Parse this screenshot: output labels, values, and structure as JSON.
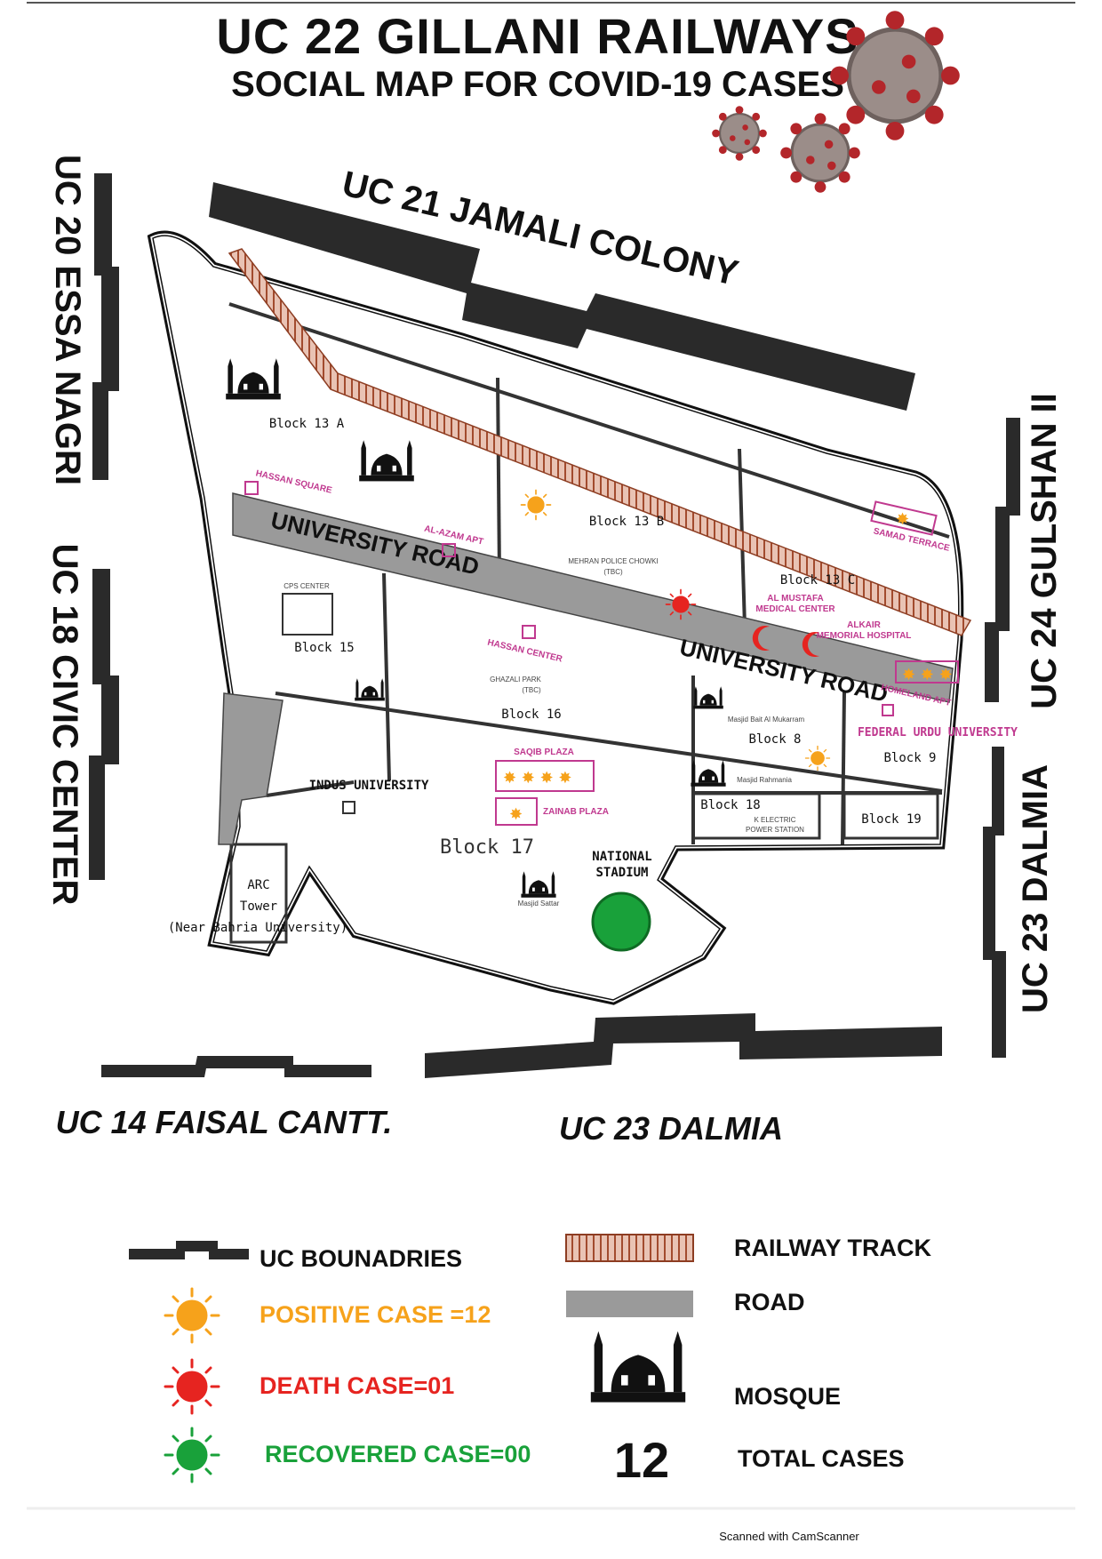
{
  "title": "UC 22 GILLANI RAILWAYS",
  "subtitle": "SOCIAL MAP FOR COVID-19 CASES",
  "neighbors": {
    "north": "UC 21 JAMALI COLONY",
    "west_top": "UC 20 ESSA NAGRI",
    "west_bottom": "UC 18 CIVIC CENTER",
    "east_top": "UC 24 GULSHAN II",
    "east_bottom": "UC 23 DALMIA",
    "south_left": "UC 14 FAISAL CANTT.",
    "south_right": "UC 23 DALMIA"
  },
  "roads": {
    "university_road_1": "UNIVERSITY ROAD",
    "university_road_2": "UNIVERSITY ROAD"
  },
  "blocks": {
    "b13a": "Block 13 A",
    "b13b": "Block 13 B",
    "b13c": "Block 13 C",
    "b15": "Block 15",
    "b16": "Block 16",
    "b17": "Block 17",
    "b8": "Block 8",
    "b9": "Block 9",
    "b18": "Block 18",
    "b19": "Block 19"
  },
  "places": {
    "hassan_square": "HASSAN SQUARE",
    "al_azam_apt": "AL-AZAM APT",
    "samad_terrace": "SAMAD TERRACE",
    "hassan_center": "HASSAN CENTER",
    "homeland_apt": "HOMELAND APT",
    "federal_urdu_university": "FEDERAL URDU UNIVERSITY",
    "indus_university": "INDUS UNIVERSITY",
    "national_stadium": "NATIONAL STADIUM",
    "arc_tower_1": "ARC",
    "arc_tower_2": "Tower",
    "arc_tower_3": "(Near Bahria University)",
    "al_mustafa": "AL MUSTAFA",
    "al_mustafa_2": "MEDICAL CENTER",
    "al_khair_1": "ALKAIR",
    "al_khair_2": "MEMORIAL HOSPITAL",
    "cps_center": "CPS CENTER",
    "masjid_bait_al_mukarram": "Masjid Bait Al Mukarram",
    "masjid_rahmania": "Masjid Rahmania",
    "masjid_sattar": "Masjid Sattar",
    "electric_1": "K ELECTRIC",
    "electric_2": "POWER STATION",
    "mehran_police": "MEHRAN POLICE CHOWKI",
    "mehran_police_2": "(TBC)",
    "ghazali_park": "GHAZALI PARK",
    "ghazali_park_2": "(TBC)",
    "saqib_plaza": "SAQIB PLAZA",
    "zainab_plaza": "ZAINAB PLAZA"
  },
  "legend": {
    "uc_boundaries": "UC BOUNADRIES",
    "positive": "POSITIVE CASE =12",
    "death": "DEATH CASE=01",
    "recovered": "RECOVERED CASE=00",
    "railway": "RAILWAY TRACK",
    "road": "ROAD",
    "mosque": "MOSQUE",
    "total_number": "12",
    "total_label": "TOTAL CASES"
  },
  "colors": {
    "positive": "#f6a21b",
    "death": "#e62420",
    "recovered": "#19a13a",
    "railway": "#b45a3c",
    "road": "#9a9a9a",
    "boundary": "#2a2a2a",
    "pink": "#c0398f"
  },
  "footer": "Scanned with CamScanner"
}
